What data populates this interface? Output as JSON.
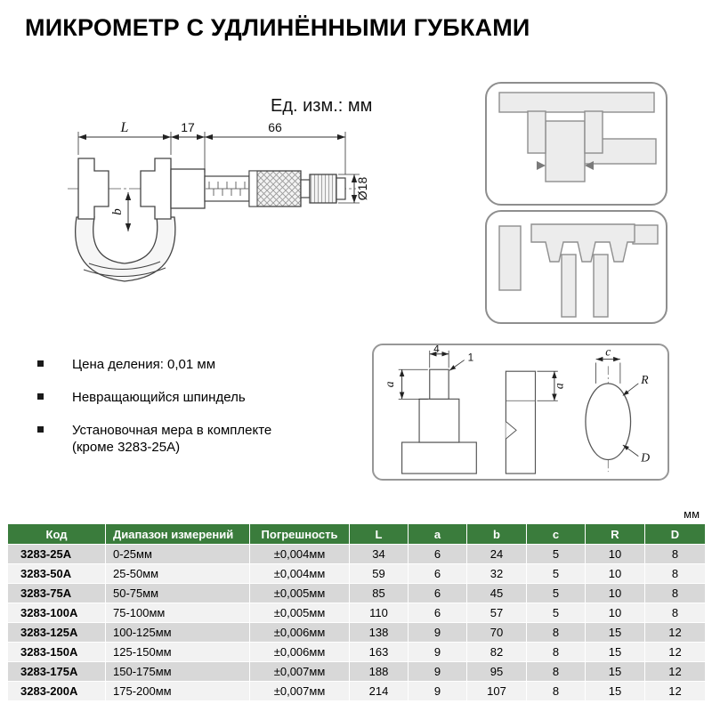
{
  "page": {
    "title": "МИКРОМЕТР С УДЛИНЁННЫМИ ГУБКАМИ",
    "units_note": "Ед. изм.: мм",
    "table_units": "мм"
  },
  "drawing": {
    "dim_L": "L",
    "dim_17": "17",
    "dim_66": "66",
    "dim_b": "b",
    "dim_diameter": "Ø18"
  },
  "detail_drawing": {
    "dim_4": "4",
    "dim_1": "1",
    "dim_a_left": "a",
    "dim_a_right": "a",
    "dim_c": "c",
    "dim_R": "R",
    "dim_D": "D"
  },
  "features": [
    "Цена деления: 0,01 мм",
    "Невращающийся шпиндель",
    "Установочная мера в комплекте (кроме 3283-25А)"
  ],
  "table": {
    "headers": [
      "Код",
      "Диапазон измерений",
      "Погрешность",
      "L",
      "a",
      "b",
      "c",
      "R",
      "D"
    ],
    "rows": [
      [
        "3283-25А",
        "0-25мм",
        "±0,004мм",
        "34",
        "6",
        "24",
        "5",
        "10",
        "8"
      ],
      [
        "3283-50А",
        "25-50мм",
        "±0,004мм",
        "59",
        "6",
        "32",
        "5",
        "10",
        "8"
      ],
      [
        "3283-75А",
        "50-75мм",
        "±0,005мм",
        "85",
        "6",
        "45",
        "5",
        "10",
        "8"
      ],
      [
        "3283-100А",
        "75-100мм",
        "±0,005мм",
        "110",
        "6",
        "57",
        "5",
        "10",
        "8"
      ],
      [
        "3283-125А",
        "100-125мм",
        "±0,006мм",
        "138",
        "9",
        "70",
        "8",
        "15",
        "12"
      ],
      [
        "3283-150А",
        "125-150мм",
        "±0,006мм",
        "163",
        "9",
        "82",
        "8",
        "15",
        "12"
      ],
      [
        "3283-175А",
        "150-175мм",
        "±0,007мм",
        "188",
        "9",
        "95",
        "8",
        "15",
        "12"
      ],
      [
        "3283-200А",
        "175-200мм",
        "±0,007мм",
        "214",
        "9",
        "107",
        "8",
        "15",
        "12"
      ]
    ]
  },
  "colors": {
    "table_header_green": "#3a7c3c",
    "row_dark_gray": "#d8d8d8",
    "row_light_gray": "#f2f2f2"
  }
}
